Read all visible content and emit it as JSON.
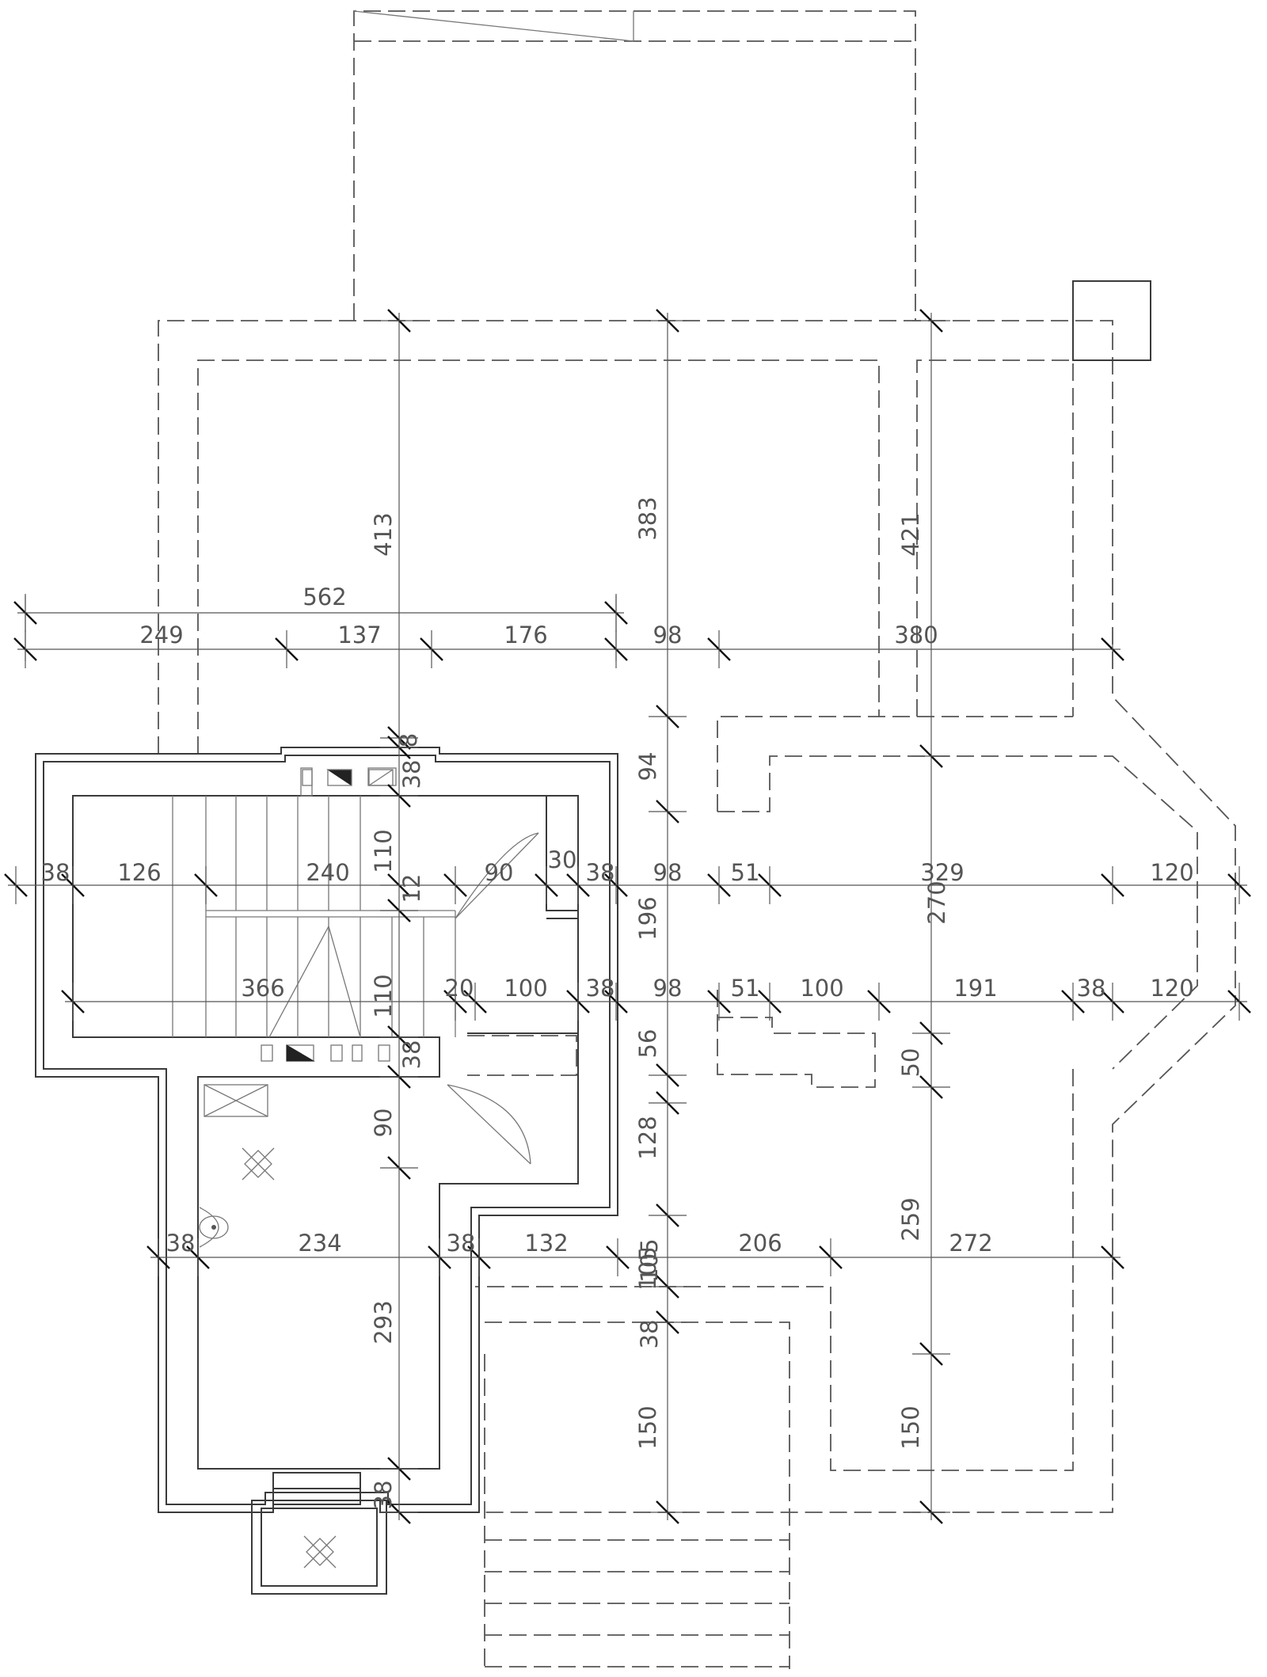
{
  "drawing": {
    "horizontal_dimensions": [
      {
        "id": "top-562",
        "label": "562"
      },
      {
        "id": "r1-249",
        "label": "249"
      },
      {
        "id": "r1-137",
        "label": "137"
      },
      {
        "id": "r1-176",
        "label": "176"
      },
      {
        "id": "r1-98",
        "label": "98"
      },
      {
        "id": "r1-380",
        "label": "380"
      },
      {
        "id": "r2-38",
        "label": "38"
      },
      {
        "id": "r2-126",
        "label": "126"
      },
      {
        "id": "r2-240",
        "label": "240"
      },
      {
        "id": "r2-90",
        "label": "90"
      },
      {
        "id": "r2-30",
        "label": "30"
      },
      {
        "id": "r2-38b",
        "label": "38"
      },
      {
        "id": "r2-98",
        "label": "98"
      },
      {
        "id": "r2-51",
        "label": "51"
      },
      {
        "id": "r2-329",
        "label": "329"
      },
      {
        "id": "r2-120",
        "label": "120"
      },
      {
        "id": "r3-366",
        "label": "366"
      },
      {
        "id": "r3-20",
        "label": "20"
      },
      {
        "id": "r3-100",
        "label": "100"
      },
      {
        "id": "r3-38",
        "label": "38"
      },
      {
        "id": "r3-98",
        "label": "98"
      },
      {
        "id": "r3-51",
        "label": "51"
      },
      {
        "id": "r3-100b",
        "label": "100"
      },
      {
        "id": "r3-191",
        "label": "191"
      },
      {
        "id": "r3-38b",
        "label": "38"
      },
      {
        "id": "r3-120",
        "label": "120"
      },
      {
        "id": "r4-38",
        "label": "38"
      },
      {
        "id": "r4-234",
        "label": "234"
      },
      {
        "id": "r4-38b",
        "label": "38"
      },
      {
        "id": "r4-132",
        "label": "132"
      },
      {
        "id": "r4-105",
        "label": "105"
      },
      {
        "id": "r4-206",
        "label": "206"
      },
      {
        "id": "r4-272",
        "label": "272"
      }
    ],
    "vertical_dimensions": [
      {
        "id": "c1-413",
        "label": "413"
      },
      {
        "id": "c1-8",
        "label": "8"
      },
      {
        "id": "c1-38",
        "label": "38"
      },
      {
        "id": "c1-110",
        "label": "110"
      },
      {
        "id": "c1-12",
        "label": "12"
      },
      {
        "id": "c1-110b",
        "label": "110"
      },
      {
        "id": "c1-38b",
        "label": "38"
      },
      {
        "id": "c1-90",
        "label": "90"
      },
      {
        "id": "c1-293",
        "label": "293"
      },
      {
        "id": "c1-38c",
        "label": "38"
      },
      {
        "id": "c2-383",
        "label": "383"
      },
      {
        "id": "c2-94",
        "label": "94"
      },
      {
        "id": "c2-196",
        "label": "196"
      },
      {
        "id": "c2-56",
        "label": "56"
      },
      {
        "id": "c2-128",
        "label": "128"
      },
      {
        "id": "c2-105",
        "label": "105"
      },
      {
        "id": "c2-38",
        "label": "38"
      },
      {
        "id": "c2-150",
        "label": "150"
      },
      {
        "id": "c3-421",
        "label": "421"
      },
      {
        "id": "c3-270",
        "label": "270"
      },
      {
        "id": "c3-50",
        "label": "50"
      },
      {
        "id": "c3-259",
        "label": "259"
      },
      {
        "id": "c3-150",
        "label": "150"
      }
    ]
  }
}
